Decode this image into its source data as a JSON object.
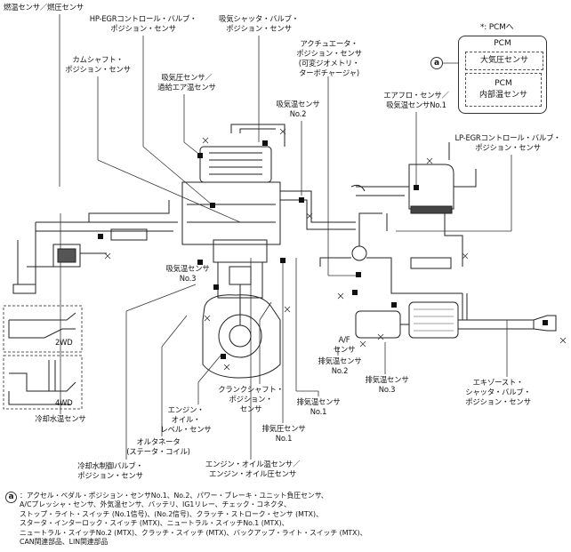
{
  "labels": {
    "fuel_temp": "燃温センサ／燃圧センサ",
    "hp_egr": "HP-EGRコントロール・バルブ・\nポジション・センサ",
    "intake_shutter": "吸気シャッタ・バルブ・\nポジション・センサ",
    "camshaft": "カムシャフト・\nポジション・センサ",
    "actuator": "アクチュエータ・\nポジション・センサ\n(可変ジオメトリ・\nターボチャージャ)",
    "map_sensor": "吸気圧センサ／\n過給エア温センサ",
    "iat2": "吸気温センサ\nNo.2",
    "maf": "エアフロ・センサ／\n吸気温センサNo.1",
    "lp_egr": "LP-EGRコントロール・バルブ・\nポジション・センサ",
    "iat3": "吸気温センサ\nNo.3",
    "drive_2wd": "2WD",
    "drive_4wd": "4WD",
    "af_sensor": "A/F\nセンサ",
    "egt2": "排気温センサ\nNo.2",
    "egt3": "排気温センサ\nNo.3",
    "exhaust_shutter": "エキゾースト・\nシャッタ・バルブ・\nポジション・センサ",
    "ect": "冷却水温センサ",
    "crankshaft": "クランクシャフト・\nポジション・\nセンサ",
    "egt1": "排気温センサ\nNo.1",
    "oil_level": "エンジン・\nオイル・\nレベル・センサ",
    "exh_pressure": "排気圧センサ\nNo.1",
    "alternator": "オルタネータ\n(ステータ・コイル)",
    "coolant_valve": "冷却水制御バルブ・\nポジション・センサ",
    "oil_temp": "エンジン・オイル温センサ／\nエンジン・オイル圧センサ"
  },
  "pcm": {
    "note": "*: PCMへ",
    "title": "PCM",
    "baro": "大気圧センサ",
    "internal": "PCM\n内部温センサ",
    "marker": "a"
  },
  "footnote": {
    "marker": "a",
    "text": "：アクセル・ペダル・ポジション・センサNo.1、No.2、パワー・ブレーキ・ユニット負圧センサ、\nA/Cプレッシャ・センサ、外気温センサ、バッテリ、IG1リレー、チェック・コネクタ、\nストップ・ライト・スイッチ (No.1信号)、(No.2信号)、クラッチ・ストローク・センサ (MTX)、\nスタータ・インターロック・スイッチ (MTX)、ニュートラル・スイッチNo.1 (MTX)、\nニュートラル・スイッチNo.2 (MTX)、クラッチ・スイッチ (MTX)、バックアップ・ライト・スイッチ (MTX)、\nCAN関連部品、LIN関連部品"
  }
}
